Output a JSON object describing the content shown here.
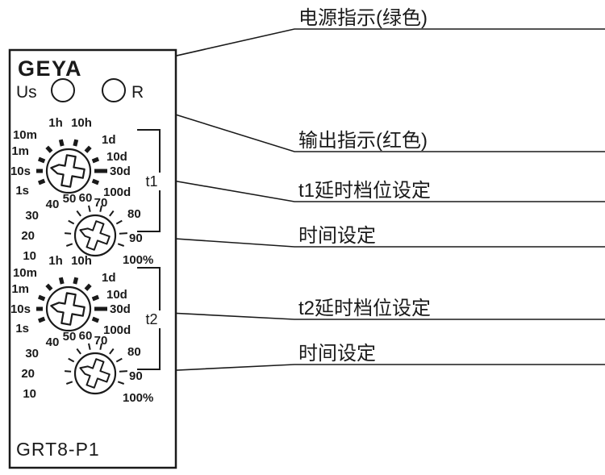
{
  "figure": {
    "device": {
      "brand": "GEYA",
      "model": "GRT8-P1",
      "power_indicator_label": "Us",
      "output_indicator_label": "R",
      "t1_label": "t1",
      "t2_label": "t2"
    },
    "dial_scales": {
      "range_labels": [
        "1h",
        "10h",
        "10m",
        "1d",
        "1m",
        "10d",
        "10s",
        "30d",
        "1s",
        "100d"
      ],
      "percent_labels": [
        "30",
        "40",
        "50",
        "60",
        "70",
        "80",
        "20",
        "90",
        "10",
        "100%"
      ]
    },
    "callouts": [
      {
        "text": "电源指示(绿色)"
      },
      {
        "text": "输出指示(红色)"
      },
      {
        "text": "t1延时档位设定"
      },
      {
        "text": "时间设定"
      },
      {
        "text": "t2延时档位设定"
      },
      {
        "text": "时间设定"
      }
    ]
  },
  "colors": {
    "ink": "#1a1a1a",
    "background": "#ffffff"
  }
}
